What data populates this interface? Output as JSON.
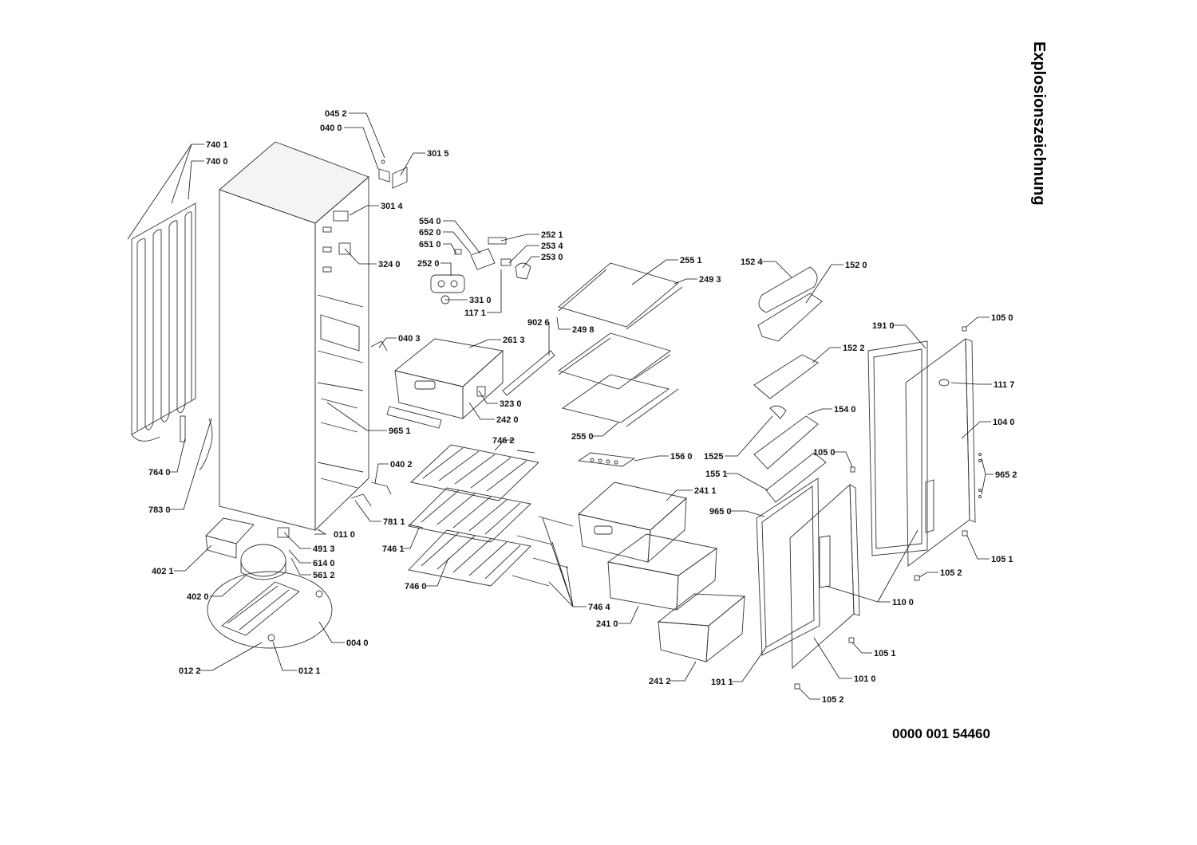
{
  "title": "Explosionszeichnung",
  "document_number": "0000 001 54460",
  "labels": [
    "045 2",
    "040 0",
    "301 5",
    "740 1",
    "740 0",
    "301 4",
    "324 0",
    "554 0",
    "652 0",
    "651 0",
    "252 0",
    "252 1",
    "253 4",
    "253 0",
    "331 0",
    "117 1",
    "255 1",
    "249 3",
    "249 8",
    "902 6",
    "040 3",
    "261 3",
    "323 0",
    "242 0",
    "965 1",
    "255 0",
    "152 4",
    "152 0",
    "152 2",
    "154 0",
    "1525",
    "155 1",
    "965 0",
    "156 0",
    "191 0",
    "105 0",
    "111 7",
    "104 0",
    "105 0",
    "965 2",
    "105 1",
    "105 2",
    "110 0",
    "746 2",
    "040 2",
    "241 1",
    "781 1",
    "746 1",
    "746 0",
    "746 4",
    "241 0",
    "241 2",
    "764 0",
    "783 0",
    "011 0",
    "491 3",
    "614 0",
    "561 2",
    "402 1",
    "402 0",
    "004 0",
    "012 2",
    "012 1",
    "105 1",
    "191 1",
    "101 0",
    "105 2"
  ]
}
